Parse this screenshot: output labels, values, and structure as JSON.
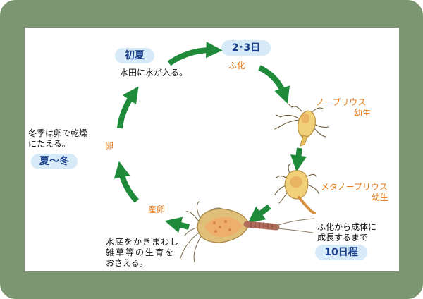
{
  "colors": {
    "frame": "#7b9670",
    "arrow": "#1e8a3a",
    "pill_bg": "#d6ebf7",
    "pill_text": "#1a3e8c",
    "stage_text": "#e87a16"
  },
  "icons": [
    "green-cycle-arrow-icon",
    "nauplius-larva-icon",
    "metanauplius-larva-icon",
    "adult-tadpole-shrimp-icon"
  ],
  "labels": {
    "early_summer": "初夏",
    "days_2_3": "2･3日",
    "summer_winter": "夏〜冬",
    "ten_days": "10日程"
  },
  "notes": {
    "rice_field": "水田に水が入る。",
    "winter_line1": "冬季は卵で乾燥",
    "winter_line2": "にたえる。",
    "maturation_line1": "ふ化から成体に",
    "maturation_line2": "成長するまで",
    "bottom_line1": "水底をかきまわし",
    "bottom_line2": "雑草等の生育を",
    "bottom_line3": "おさえる。"
  },
  "stages": {
    "hatch": "ふ化",
    "nauplius_line1": "ノープリウス",
    "nauplius_line2": "幼生",
    "metanauplius_line1": "メタノープリウス",
    "metanauplius_line2": "幼生",
    "spawn": "産卵",
    "egg": "卵"
  }
}
